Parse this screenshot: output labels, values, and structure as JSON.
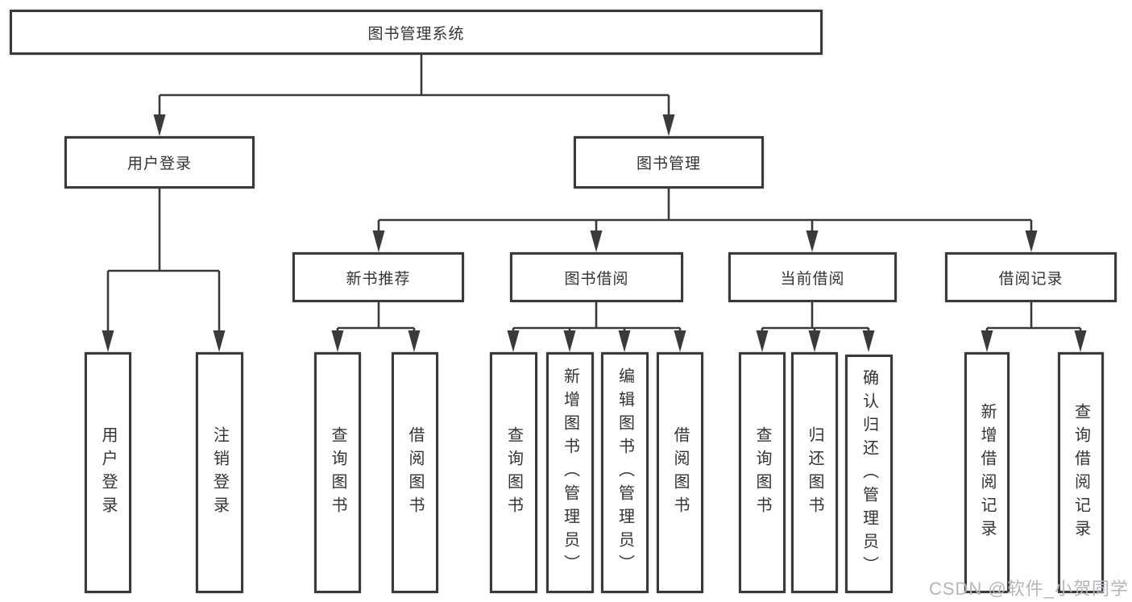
{
  "diagram": {
    "root": {
      "label": "图书管理系统"
    },
    "branches": [
      {
        "label": "用户登录",
        "children": [
          {
            "label": "用户登录"
          },
          {
            "label": "注销登录"
          }
        ]
      },
      {
        "label": "图书管理",
        "children": [
          {
            "label": "新书推荐",
            "children": [
              {
                "label": "查询图书"
              },
              {
                "label": "借阅图书"
              }
            ]
          },
          {
            "label": "图书借阅",
            "children": [
              {
                "label": "查询图书"
              },
              {
                "label": "新增图书（管理员）"
              },
              {
                "label": "编辑图书（管理员）"
              },
              {
                "label": "借阅图书"
              }
            ]
          },
          {
            "label": "当前借阅",
            "children": [
              {
                "label": "查询图书"
              },
              {
                "label": "归还图书"
              },
              {
                "label": "确认归还（管理员）"
              }
            ]
          },
          {
            "label": "借阅记录",
            "children": [
              {
                "label": "新增借阅记录"
              },
              {
                "label": "查询借阅记录"
              }
            ]
          }
        ]
      }
    ]
  },
  "watermark": {
    "text": "CSDN @软件_小贺同学"
  },
  "colors": {
    "line": "#3a3a3a",
    "box_border": "#3a3a3a",
    "text": "#333333",
    "watermark": "#b3b6bb",
    "background": "#ffffff"
  }
}
